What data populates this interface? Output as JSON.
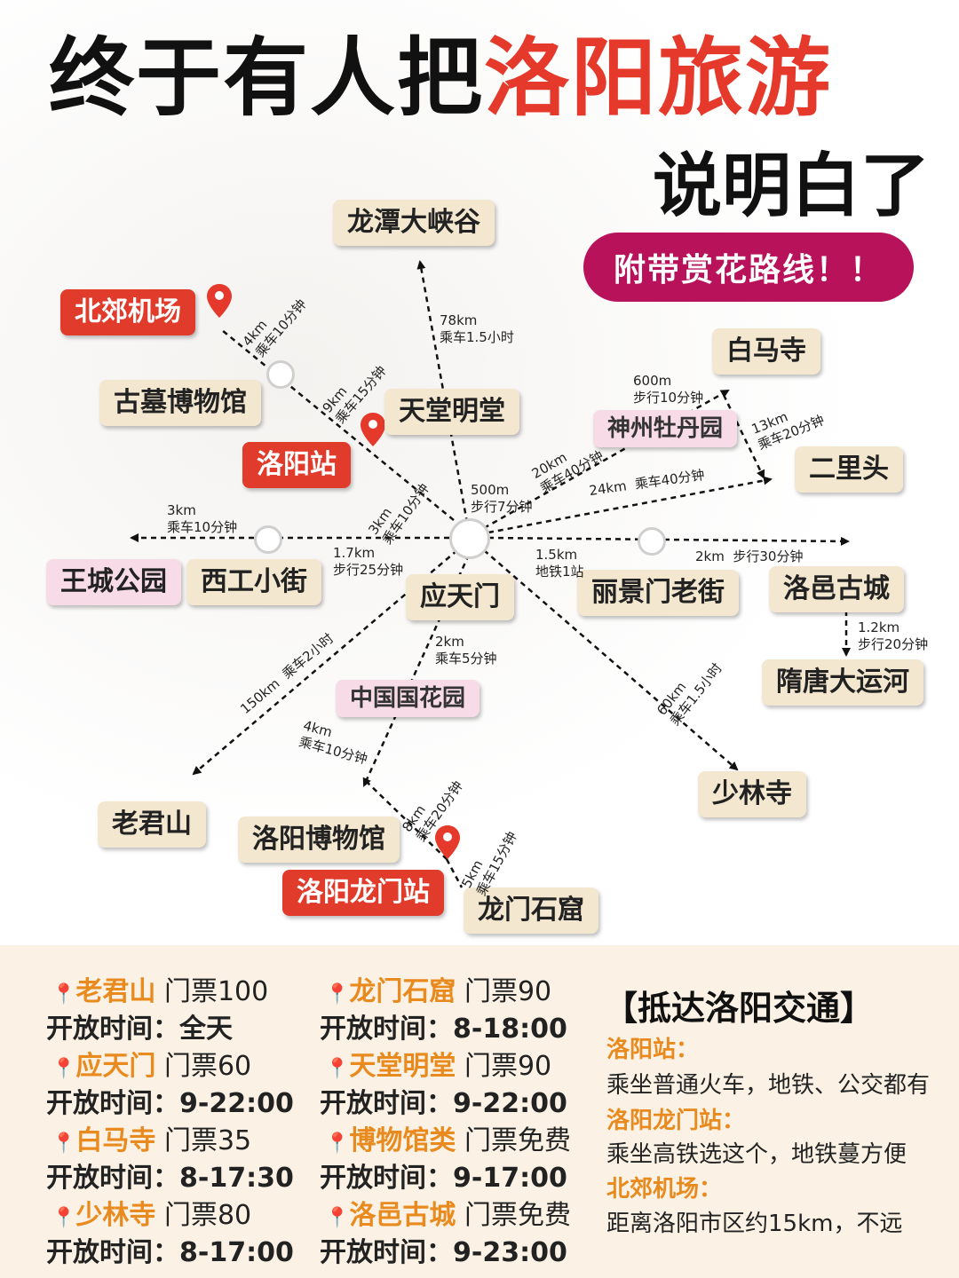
{
  "title": {
    "part1": "终于有人把",
    "part2": "洛阳旅游",
    "line2": "说明白了"
  },
  "banner": "附带赏花路线！！",
  "places": {
    "longtan": "龙潭大峡谷",
    "beijiao_airport": "北郊机场",
    "gumu": "古墓博物馆",
    "tiantang": "天堂明堂",
    "luoyang_station": "洛阳站",
    "shenzhou": "神州牡丹园",
    "baima": "白马寺",
    "erlitou": "二里头",
    "wangcheng": "王城公园",
    "xigong": "西工小街",
    "yingtianmen": "应天门",
    "lijingmen": "丽景门老街",
    "luoyi": "洛邑古城",
    "suitang": "隋唐大运河",
    "guohua": "中国国花园",
    "laojunshan": "老君山",
    "shaolin": "少林寺",
    "museum": "洛阳博物馆",
    "longmen_station": "洛阳龙门站",
    "longmen_grottoes": "龙门石窟"
  },
  "distances": {
    "longtan": [
      "78km",
      "乘车1.5小时"
    ],
    "airport_gumu": [
      "4km",
      "乘车10分钟"
    ],
    "gumu_station": [
      "9km",
      "乘车15分钟"
    ],
    "station_center": [
      "3km",
      "乘车10分钟"
    ],
    "shenzhou": [
      "20km",
      "乘车40分钟"
    ],
    "baima_walk": [
      "600m",
      "步行10分钟"
    ],
    "baima_erlitou": [
      "13km",
      "乘车20分钟"
    ],
    "erlitou": [
      "24km",
      "乘车40分钟"
    ],
    "tiantang": [
      "500m",
      "步行7分钟"
    ],
    "west_far": [
      "3km",
      "乘车10分钟"
    ],
    "xigong": [
      "1.7km",
      "步行25分钟"
    ],
    "lijingmen": [
      "1.5km",
      "地铁1站"
    ],
    "luoyi": [
      "2km",
      "步行30分钟"
    ],
    "suitang": [
      "1.2km",
      "步行20分钟"
    ],
    "guohua": [
      "2km",
      "乘车5分钟"
    ],
    "laojunshan": [
      "150km",
      "乘车2小时"
    ],
    "shaolin": [
      "60km",
      "乘车1.5小时"
    ],
    "museum": [
      "4km",
      "乘车10分钟"
    ],
    "museum_longmen": [
      "8km",
      "乘车20分钟"
    ],
    "longmen": [
      "5km",
      "乘车15分钟"
    ]
  },
  "tickets_left": [
    {
      "name": "老君山",
      "ticket": "门票100",
      "hours_label": "开放时间：",
      "hours": "全天"
    },
    {
      "name": "应天门",
      "ticket": "门票60",
      "hours_label": "开放时间：",
      "hours": "9-22:00"
    },
    {
      "name": "白马寺",
      "ticket": "门票35",
      "hours_label": "开放时间：",
      "hours": "8-17:30"
    },
    {
      "name": "少林寺",
      "ticket": "门票80",
      "hours_label": "开放时间：",
      "hours": "8-17:00"
    }
  ],
  "tickets_right": [
    {
      "name": "龙门石窟",
      "ticket": "门票90",
      "hours_label": "开放时间：",
      "hours": "8-18:00"
    },
    {
      "name": "天堂明堂",
      "ticket": "门票90",
      "hours_label": "开放时间：",
      "hours": "9-22:00"
    },
    {
      "name": "博物馆类",
      "ticket": "门票免费",
      "hours_label": "开放时间：",
      "hours": "9-17:00"
    },
    {
      "name": "洛邑古城",
      "ticket": "门票免费",
      "hours_label": "开放时间：",
      "hours": "9-23:00"
    }
  ],
  "transport": {
    "title": "【抵达洛阳交通】",
    "items": [
      {
        "head": "洛阳站：",
        "text": "乘坐普通火车，地铁、公交都有"
      },
      {
        "head": "洛阳龙门站：",
        "text": "乘坐高铁选这个，地铁蔓方便"
      },
      {
        "head": "北郊机场：",
        "text": "距离洛阳市区约15km，不远"
      }
    ]
  },
  "colors": {
    "accent_red": "#e5392b",
    "banner_magenta": "#b8125a",
    "label_beige": "#f3e7cf",
    "name_orange": "#e98a1f",
    "flower_pink": "#f7dbe6"
  }
}
